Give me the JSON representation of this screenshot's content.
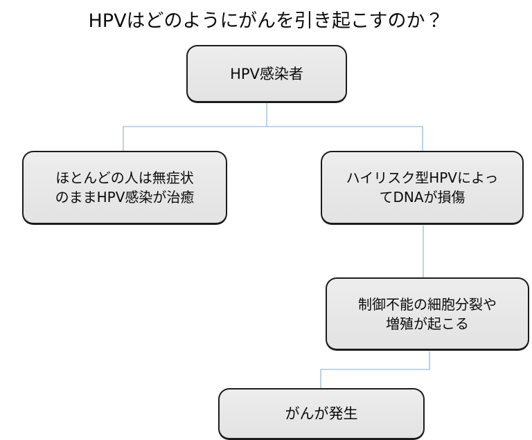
{
  "title": "HPVはどのようにがんを引き起こすのか？",
  "colors": {
    "background": "#ffffff",
    "node_fill": "#e9e9e9",
    "node_border": "#1b1b1b",
    "edge": "#a9c7e4",
    "text": "#0b0b0b"
  },
  "chart_data": {
    "type": "diagram",
    "diagram_kind": "flowchart",
    "title": "HPVはどのようにがんを引き起こすのか？",
    "orientation": "top-down",
    "nodes": [
      {
        "id": "root",
        "label": "HPV感染者",
        "level": 0
      },
      {
        "id": "clear",
        "label": "ほとんどの人は無症状\nのままHPV感染が治癒",
        "level": 1
      },
      {
        "id": "damage",
        "label": "ハイリスク型HPVによっ\nてDNAが損傷",
        "level": 1
      },
      {
        "id": "division",
        "label": "制御不能の細胞分裂や\n増殖が起こる",
        "level": 2
      },
      {
        "id": "cancer",
        "label": "がんが発生",
        "level": 3
      }
    ],
    "edges": [
      {
        "from": "root",
        "to": "clear",
        "style": "elbow"
      },
      {
        "from": "root",
        "to": "damage",
        "style": "elbow"
      },
      {
        "from": "damage",
        "to": "division",
        "style": "straight"
      },
      {
        "from": "division",
        "to": "cancer",
        "style": "elbow"
      }
    ]
  },
  "nodes": {
    "root": {
      "label": "HPV感染者"
    },
    "clear": {
      "label": "ほとんどの人は無症状\nのままHPV感染が治癒"
    },
    "damage": {
      "label": "ハイリスク型HPVによっ\nてDNAが損傷"
    },
    "division": {
      "label": "制御不能の細胞分裂や\n増殖が起こる"
    },
    "cancer": {
      "label": "がんが発生"
    }
  }
}
